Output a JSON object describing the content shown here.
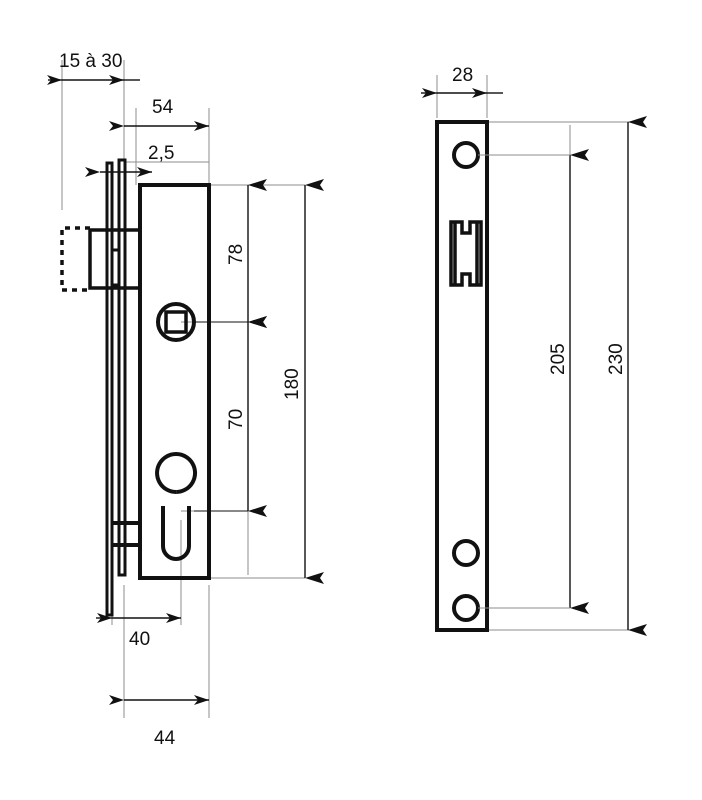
{
  "drawing": {
    "title": "Mortise lock technical drawing",
    "units": "mm",
    "line_color": "#111111",
    "thin_line_color": "#8d8d8d",
    "background": "#ffffff"
  },
  "views": {
    "left": {
      "name": "side-section-view",
      "parts": {
        "faceplate_strip": "faceplate-strip",
        "lock_case": "lock-case-body",
        "latch_bolt": "latch-bolt",
        "latch_bolt_extended": "latch-bolt-extended-dashed",
        "spindle_hole": "square-spindle-hole",
        "cylinder_hole": "euro-cylinder-keyhole"
      }
    },
    "right": {
      "name": "faceplate-front-view",
      "parts": {
        "faceplate": "faceplate-plate",
        "screw_hole_top": "screw-hole-top",
        "screw_hole_mid_bottom": "screw-hole-lower",
        "screw_hole_bottom": "screw-hole-bottom",
        "latch_opening": "latch-opening-slot"
      }
    }
  },
  "dimensions": {
    "door_thickness": {
      "label": "15 à 30",
      "orientation": "horizontal"
    },
    "case_depth": {
      "label": "54",
      "orientation": "horizontal"
    },
    "faceplate_thickness": {
      "label": "2,5",
      "orientation": "horizontal"
    },
    "spindle_from_top": {
      "label": "78",
      "orientation": "vertical"
    },
    "cylinder_from_spindle": {
      "label": "70",
      "orientation": "vertical"
    },
    "case_height": {
      "label": "180",
      "orientation": "vertical"
    },
    "backset": {
      "label": "40",
      "orientation": "horizontal"
    },
    "case_width": {
      "label": "44",
      "orientation": "horizontal"
    },
    "faceplate_width": {
      "label": "28",
      "orientation": "horizontal"
    },
    "screw_centres": {
      "label": "205",
      "orientation": "vertical"
    },
    "faceplate_length": {
      "label": "230",
      "orientation": "vertical"
    }
  }
}
